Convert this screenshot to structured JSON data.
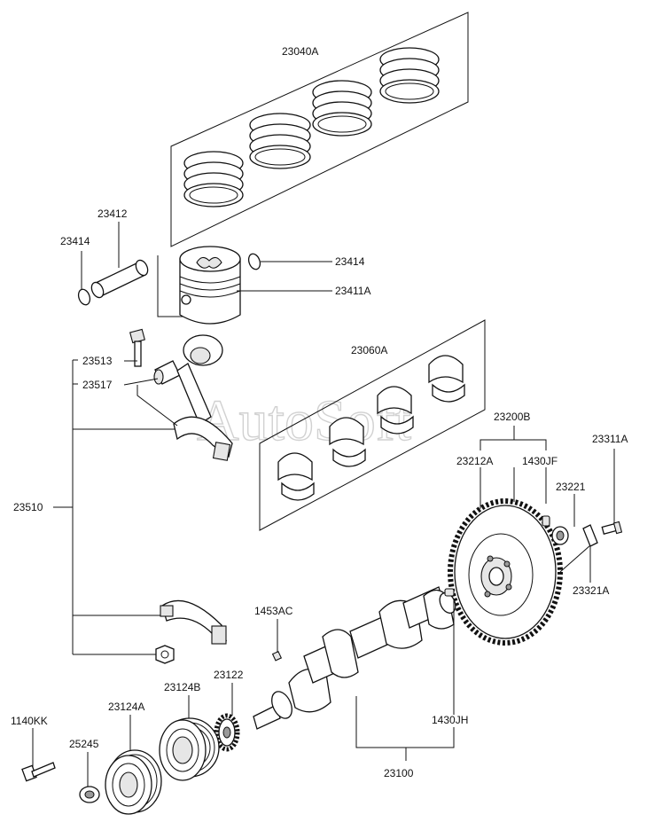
{
  "watermark": "AutoSoft",
  "labels": {
    "p23040A": "23040A",
    "p23412": "23412",
    "p23414_left": "23414",
    "p23414_right": "23414",
    "p23411A": "23411A",
    "p23513": "23513",
    "p23517": "23517",
    "p23060A": "23060A",
    "p23510": "23510",
    "p23200B": "23200B",
    "p23212A": "23212A",
    "p1430JF": "1430JF",
    "p23311A": "23311A",
    "p23221": "23221",
    "p23321A": "23321A",
    "p1453AC": "1453AC",
    "p23122": "23122",
    "p23124B": "23124B",
    "p23124A": "23124A",
    "p1140KK": "1140KK",
    "p25245": "25245",
    "p1430JH": "1430JH",
    "p23100": "23100"
  }
}
